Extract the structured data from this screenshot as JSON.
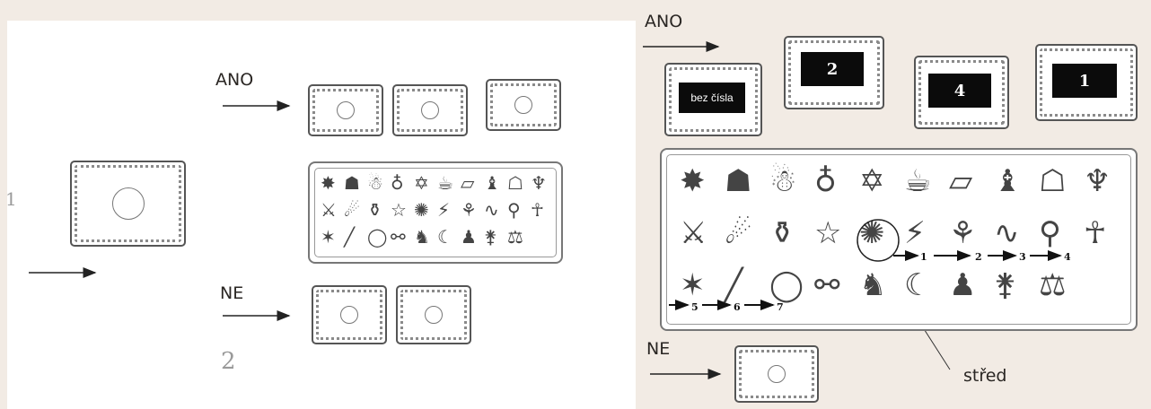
{
  "left": {
    "step1": "1",
    "step2": "2",
    "yes_label": "ANO",
    "no_label": "NE"
  },
  "right": {
    "yes_label": "ANO",
    "no_label": "NE",
    "cards": [
      {
        "text": "bez čísla"
      },
      {
        "text": "2"
      },
      {
        "text": "4"
      },
      {
        "text": "1"
      }
    ],
    "path_numbers": [
      "1",
      "2",
      "3",
      "4",
      "5",
      "6",
      "7"
    ],
    "center_label": "střed"
  },
  "icons": {
    "emblem": "triangle-emblem-icon",
    "board_symbols": [
      "✸",
      "☗",
      "☃",
      "♁",
      "✡",
      "☕",
      "▱",
      "♝",
      "☖",
      "♆",
      "⚔",
      "☄",
      "⚱",
      "☆",
      "✺",
      "⚡",
      "⚘",
      "∿",
      "⚲",
      "☥",
      "✶",
      "╱",
      "◯",
      "⚯",
      "♞",
      "☾",
      "♟",
      "⚵",
      "⚖"
    ]
  }
}
